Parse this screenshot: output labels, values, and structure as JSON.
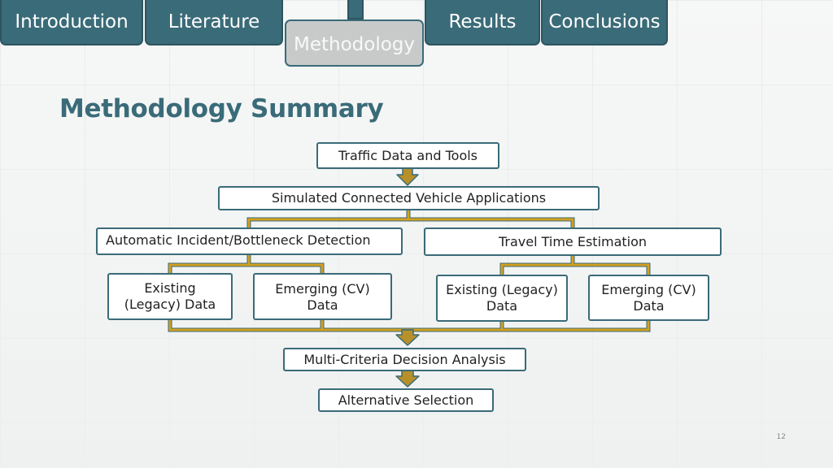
{
  "nav": {
    "tabs": [
      {
        "label": "Introduction"
      },
      {
        "label": "Literature"
      },
      {
        "label": "Methodology"
      },
      {
        "label": "Results"
      },
      {
        "label": "Conclusions"
      }
    ]
  },
  "slide": {
    "title": "Methodology Summary",
    "page_number": "12"
  },
  "diagram": {
    "traffic_data": "Traffic Data and Tools",
    "simulated_cv": "Simulated Connected Vehicle Applications",
    "incident_detection": "Automatic Incident/Bottleneck Detection",
    "travel_time": "Travel Time Estimation",
    "aid_existing": [
      "Existing",
      "(Legacy) Data"
    ],
    "aid_emerging": [
      "Emerging (CV)",
      "Data"
    ],
    "tte_existing": [
      "Existing (Legacy)",
      "Data"
    ],
    "tte_emerging": [
      "Emerging (CV)",
      "Data"
    ],
    "mcda": "Multi-Criteria Decision Analysis",
    "selection": "Alternative Selection"
  },
  "colors": {
    "teal": "#3a6b78",
    "connector_gold": "#d4a020",
    "arrow_fill": "#b8902a",
    "arrow_stroke": "#3a6b78",
    "active_tab": "#c8caca"
  }
}
